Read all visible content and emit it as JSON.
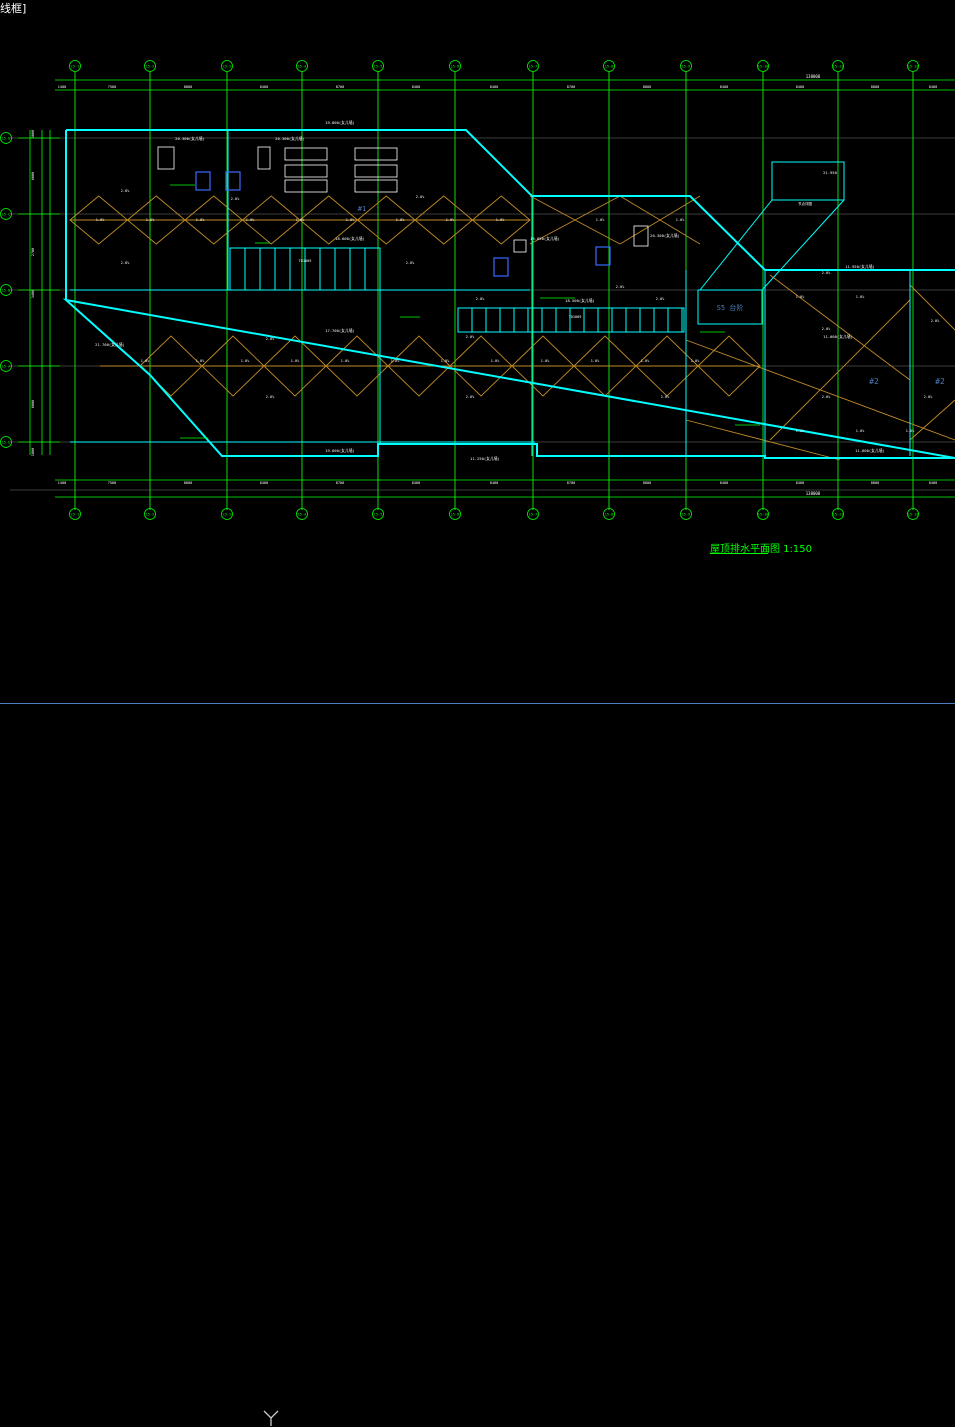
{
  "window": {
    "corner_label": "线框]"
  },
  "drawing": {
    "title": "屋顶排水平面图 1:150",
    "grid_columns": [
      "15-1",
      "15-2",
      "15-3",
      "15-4",
      "15-5",
      "15-6",
      "15-7",
      "15-8",
      "15-9",
      "15-10",
      "15-11",
      "15-12",
      "15-13"
    ],
    "grid_rows": [
      "15-D",
      "15-C",
      "15-B",
      "15-A",
      "15-E",
      "15-F"
    ],
    "dims_top": [
      "1400",
      "7500",
      "8800",
      "8400",
      "8700",
      "8400",
      "8400",
      "8700",
      "8800",
      "8400",
      "8400",
      "8800",
      "8400"
    ],
    "dims_total": "138000",
    "dims_left": [
      "3000",
      "6000",
      "2700",
      "3400",
      "6000",
      "1800"
    ],
    "elevations": [
      "19.800(女儿墙)",
      "20.300(女儿墙)",
      "20.300(女儿墙)",
      "18.600(女儿墙)",
      "17.700(女儿墙)",
      "19.600(女儿墙)",
      "11.250(女儿墙)",
      "21.700(女儿墙)",
      "20.300(女儿墙)",
      "18.500(女儿墙)",
      "11.950(女儿墙)",
      "11.000(女儿墙)",
      "11.600(女儿墙)",
      "21.950",
      "19.650(女儿墙)"
    ],
    "slopes": [
      "2.0%",
      "1.0%"
    ],
    "labels": {
      "shaft_label": "TD1009",
      "shaft_label2": "TD1009",
      "stair_label": "S5 台阶",
      "zone1": "#1",
      "zone2": "#2",
      "zone3": "#2",
      "detail_label": "节点详图"
    }
  },
  "colors": {
    "cyan": "#00ffff",
    "green": "#00ff00",
    "orange": "#c08a28",
    "white": "#ffffff",
    "blue": "#4a7dbf",
    "gray": "#aaaaaa"
  }
}
